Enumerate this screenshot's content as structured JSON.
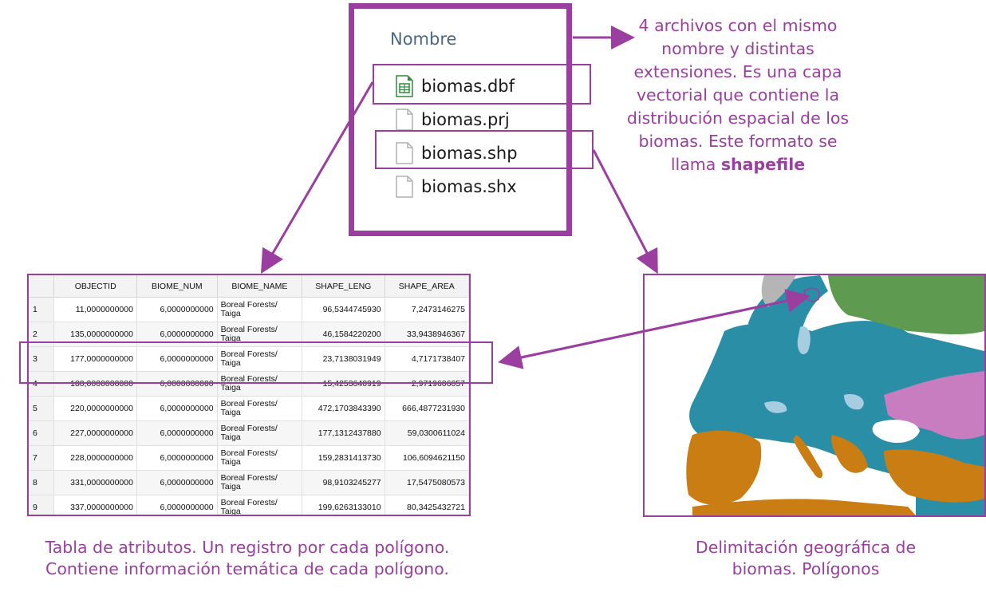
{
  "file_panel": {
    "column_header": "Nombre",
    "files": [
      {
        "name": "biomas.dbf",
        "icon": "spreadsheet-icon"
      },
      {
        "name": "biomas.prj",
        "icon": "file-icon"
      },
      {
        "name": "biomas.shp",
        "icon": "file-icon"
      },
      {
        "name": "biomas.shx",
        "icon": "file-icon"
      }
    ]
  },
  "description": {
    "text": "4 archivos con el mismo nombre y distintas extensiones. Es una capa vectorial que contiene la distribución espacial de los biomas. Este formato se llama",
    "bold": "shapefile"
  },
  "attribute_table": {
    "columns": [
      "",
      "OBJECTID",
      "BIOME_NUM",
      "BIOME_NAME",
      "SHAPE_LENG",
      "SHAPE_AREA"
    ],
    "rows": [
      [
        "1",
        "11,0000000000",
        "6,0000000000",
        "Boreal Forests/ Taiga",
        "96,5344745930",
        "7,2473146275"
      ],
      [
        "2",
        "135,0000000000",
        "6,0000000000",
        "Boreal Forests/ Taiga",
        "46,1584220200",
        "33,9438946367"
      ],
      [
        "3",
        "177,0000000000",
        "6,0000000000",
        "Boreal Forests/ Taiga",
        "23,7138031949",
        "4,7171738407"
      ],
      [
        "4",
        "180,0000000000",
        "6,0000000000",
        "Boreal Forests/ Taiga",
        "15,4253640919",
        "2,9719606057"
      ],
      [
        "5",
        "220,0000000000",
        "6,0000000000",
        "Boreal Forests/ Taiga",
        "472,1703843390",
        "666,4877231930"
      ],
      [
        "6",
        "227,0000000000",
        "6,0000000000",
        "Boreal Forests/ Taiga",
        "177,1312437880",
        "59,0300611024"
      ],
      [
        "7",
        "228,0000000000",
        "6,0000000000",
        "Boreal Forests/ Taiga",
        "159,2831413730",
        "106,6094621150"
      ],
      [
        "8",
        "331,0000000000",
        "6,0000000000",
        "Boreal Forests/ Taiga",
        "98,9103245277",
        "17,5475080573"
      ],
      [
        "9",
        "337,0000000000",
        "6,0000000000",
        "Boreal Forests/ Taiga",
        "199,6263133010",
        "80,3425432721"
      ]
    ]
  },
  "captions": {
    "table": "Tabla de atributos. Un registro por cada polígono. Contiene información temática de cada polígono.",
    "map": "Delimitación geográfica de biomas. Polígonos"
  },
  "colors": {
    "accent": "#9a3fa0",
    "biome_teal": "#2a8fa6",
    "biome_green": "#5e9a4f",
    "biome_orange": "#c97d12",
    "biome_pink": "#c77dc0",
    "biome_lightblue": "#a7cde0",
    "biome_gray": "#b5b5b5"
  }
}
